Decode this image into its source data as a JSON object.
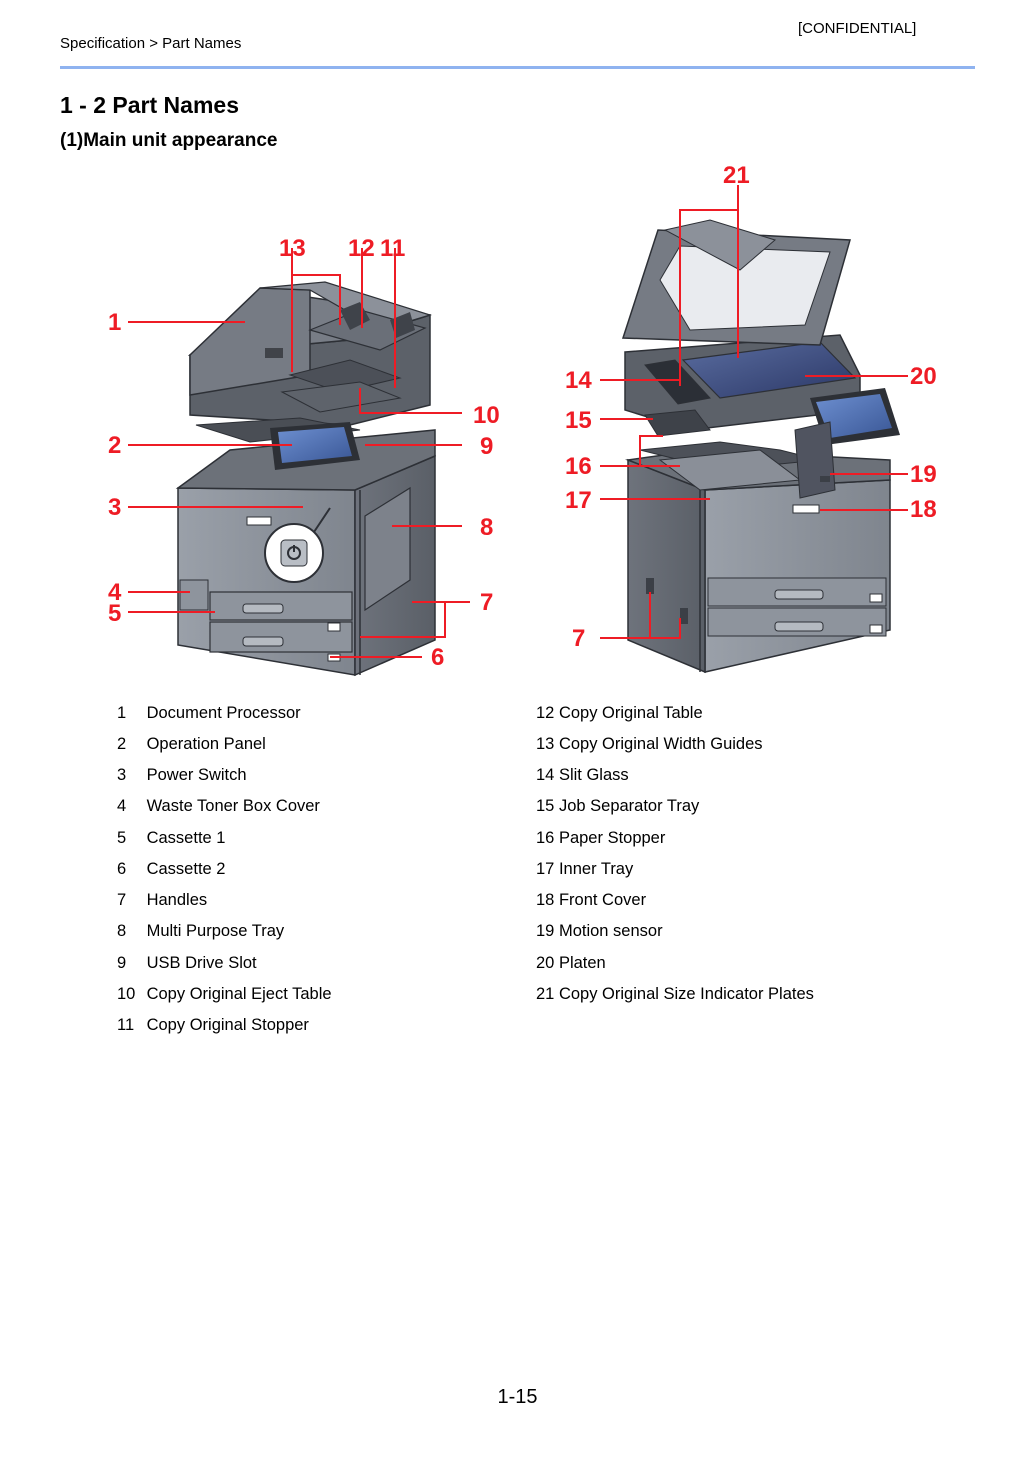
{
  "header": {
    "confidential": "[CONFIDENTIAL]",
    "breadcrumb": "Specification > Part Names"
  },
  "section_title": "1 - 2 Part Names",
  "subsection_title": "(1)Main unit appearance",
  "figure": {
    "left_callouts": [
      "1",
      "2",
      "3",
      "4",
      "5",
      "6",
      "7",
      "8",
      "9",
      "10",
      "11",
      "12",
      "13"
    ],
    "right_callouts": [
      "7",
      "14",
      "15",
      "16",
      "17",
      "18",
      "19",
      "20",
      "21"
    ],
    "colors": {
      "callout": "#ee1c25",
      "machine_body": "#8a8f98",
      "machine_dark": "#3b3f46",
      "screen": "#3e5f9c",
      "glass": "#2f3e6b"
    }
  },
  "parts": [
    {
      "num": "1",
      "name": "Document Processor"
    },
    {
      "num": "2",
      "name": "Operation Panel"
    },
    {
      "num": "3",
      "name": "Power Switch"
    },
    {
      "num": "4",
      "name": "Waste Toner Box Cover"
    },
    {
      "num": "5",
      "name": "Cassette 1"
    },
    {
      "num": "6",
      "name": "Cassette 2"
    },
    {
      "num": "7",
      "name": "Handles"
    },
    {
      "num": "8",
      "name": "Multi Purpose Tray"
    },
    {
      "num": "9",
      "name": "USB Drive Slot"
    },
    {
      "num": "10",
      "name": "Copy Original Eject Table"
    },
    {
      "num": "11",
      "name": "Copy Original Stopper"
    },
    {
      "num": "12",
      "name": "Copy Original Table"
    },
    {
      "num": "13",
      "name": "Copy Original Width Guides"
    },
    {
      "num": "14",
      "name": "Slit Glass"
    },
    {
      "num": "15",
      "name": "Job Separator Tray"
    },
    {
      "num": "16",
      "name": "Paper Stopper"
    },
    {
      "num": "17",
      "name": "Inner Tray"
    },
    {
      "num": "18",
      "name": "Front Cover"
    },
    {
      "num": "19",
      "name": "Motion sensor"
    },
    {
      "num": "20",
      "name": "Platen"
    },
    {
      "num": "21",
      "name": "Copy Original Size Indicator Plates"
    }
  ],
  "page_number": "1-15"
}
